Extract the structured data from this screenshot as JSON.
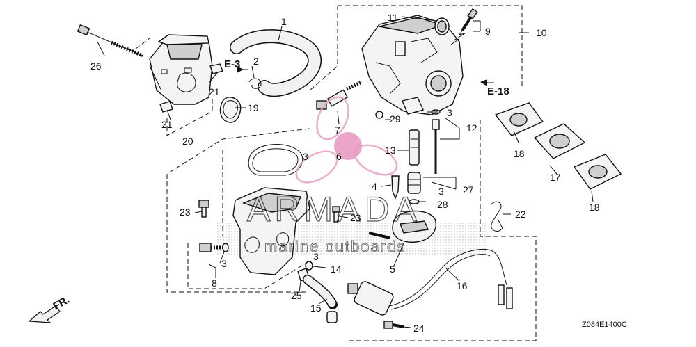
{
  "diagram": {
    "part_labels": [
      {
        "id": "1",
        "text": "1"
      },
      {
        "id": "2",
        "text": "2"
      },
      {
        "id": "3a",
        "text": "3"
      },
      {
        "id": "3b",
        "text": "3"
      },
      {
        "id": "3c",
        "text": "3"
      },
      {
        "id": "3d",
        "text": "3"
      },
      {
        "id": "3e",
        "text": "3"
      },
      {
        "id": "4",
        "text": "4"
      },
      {
        "id": "5",
        "text": "5"
      },
      {
        "id": "6",
        "text": "6"
      },
      {
        "id": "7",
        "text": "7"
      },
      {
        "id": "8",
        "text": "8"
      },
      {
        "id": "9",
        "text": "9"
      },
      {
        "id": "10",
        "text": "10"
      },
      {
        "id": "11",
        "text": "11"
      },
      {
        "id": "12",
        "text": "12"
      },
      {
        "id": "13",
        "text": "13"
      },
      {
        "id": "14",
        "text": "14"
      },
      {
        "id": "15",
        "text": "15"
      },
      {
        "id": "16",
        "text": "16"
      },
      {
        "id": "17",
        "text": "17"
      },
      {
        "id": "18a",
        "text": "18"
      },
      {
        "id": "18b",
        "text": "18"
      },
      {
        "id": "19",
        "text": "19"
      },
      {
        "id": "20",
        "text": "20"
      },
      {
        "id": "21a",
        "text": "21"
      },
      {
        "id": "21b",
        "text": "21"
      },
      {
        "id": "22",
        "text": "22"
      },
      {
        "id": "23a",
        "text": "23"
      },
      {
        "id": "23b",
        "text": "23"
      },
      {
        "id": "24",
        "text": "24"
      },
      {
        "id": "25",
        "text": "25"
      },
      {
        "id": "26",
        "text": "26"
      },
      {
        "id": "27",
        "text": "27"
      },
      {
        "id": "28",
        "text": "28"
      },
      {
        "id": "29",
        "text": "29"
      }
    ],
    "refs": {
      "e3": "E-3",
      "e18": "E-18"
    },
    "front_marker": "FR.",
    "diagram_code": "Z084E1400C",
    "watermark": {
      "brand": "ARMADA",
      "tagline": "marine outboards",
      "logo_color": "#e8a6c6",
      "logo_center_color": "#e690bd"
    }
  }
}
